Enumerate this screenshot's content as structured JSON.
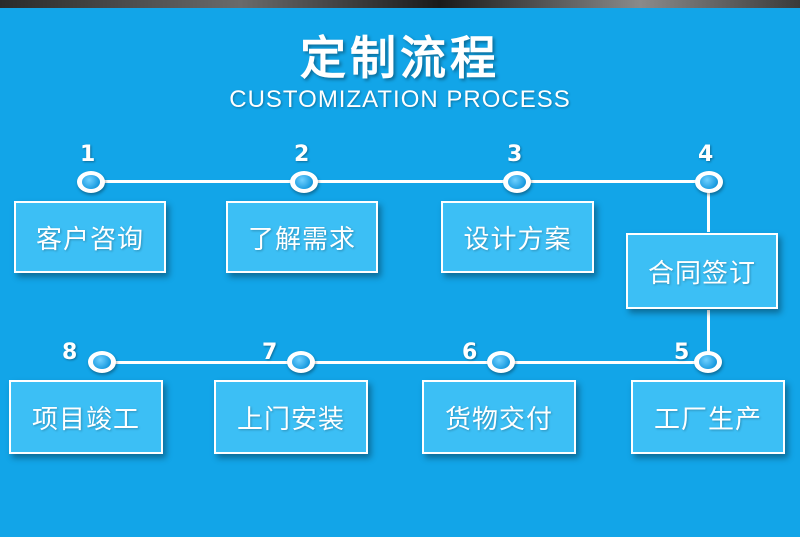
{
  "title": "定制流程",
  "subtitle": "CUSTOMIZATION PROCESS",
  "steps": [
    {
      "num": "1",
      "label": "客户咨询"
    },
    {
      "num": "2",
      "label": "了解需求"
    },
    {
      "num": "3",
      "label": "设计方案"
    },
    {
      "num": "4",
      "label": "合同签订"
    },
    {
      "num": "5",
      "label": "工厂生产"
    },
    {
      "num": "6",
      "label": "货物交付"
    },
    {
      "num": "7",
      "label": "上门安装"
    },
    {
      "num": "8",
      "label": "项目竣工"
    }
  ],
  "colors": {
    "background": "#12a5e8",
    "box": "#3cbff5",
    "line": "#ffffff"
  }
}
